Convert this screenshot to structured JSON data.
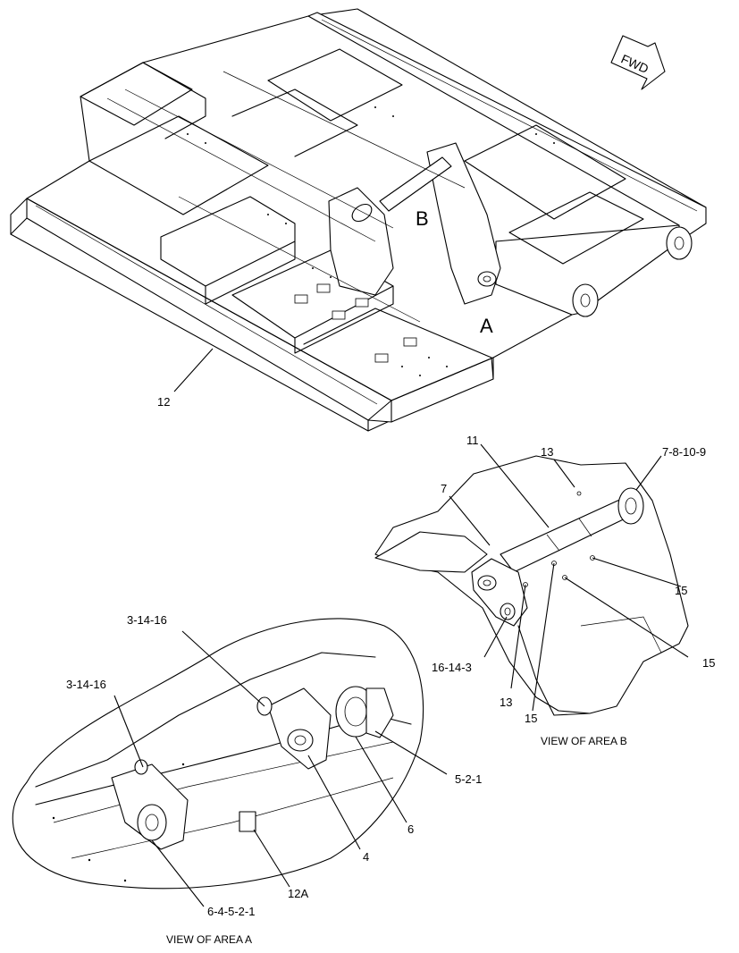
{
  "direction_marker": {
    "label": "FWD"
  },
  "area_labels": {
    "a": "A",
    "b": "B"
  },
  "main_view": {
    "frame_callout": "12"
  },
  "view_area_b": {
    "caption": "VIEW OF AREA B",
    "callouts": {
      "c11": "11",
      "c13_top": "13",
      "c7_8_10_9": "7-8-10-9",
      "c7": "7",
      "c15_right_upper": "15",
      "c15_right_lower": "15",
      "c16_14_3": "16-14-3",
      "c13_bottom": "13",
      "c15_bottom": "15"
    }
  },
  "view_area_a": {
    "caption": "VIEW OF AREA  A",
    "callouts": {
      "c3_14_16_top": "3-14-16",
      "c3_14_16_left": "3-14-16",
      "c5_2_1": "5-2-1",
      "c6": "6",
      "c4": "4",
      "c12a": "12A",
      "c6_4_5_2_1": "6-4-5-2-1"
    }
  }
}
